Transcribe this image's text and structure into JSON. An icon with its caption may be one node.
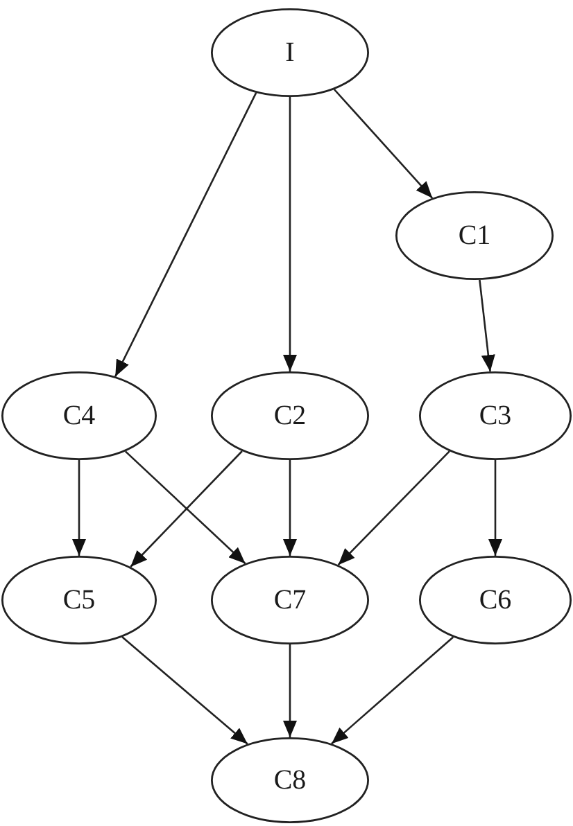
{
  "diagram": {
    "nodes": [
      {
        "text": [
          "I"
        ]
      },
      {
        "text": [
          "C1"
        ]
      },
      {
        "text": [
          "C4"
        ]
      },
      {
        "text": [
          "C2"
        ]
      },
      {
        "text": [
          "C3"
        ]
      },
      {
        "text": [
          "C5"
        ]
      },
      {
        "text": [
          "C7"
        ]
      },
      {
        "text": [
          "C6"
        ]
      },
      {
        "text": [
          "C8"
        ]
      }
    ],
    "edges": [
      {
        "from": 0,
        "to": 2,
        "arrow": "to"
      },
      {
        "from": 0,
        "to": 3,
        "arrow": "to"
      },
      {
        "from": 0,
        "to": 1,
        "arrow": "to"
      },
      {
        "from": 1,
        "to": 4,
        "arrow": "to"
      },
      {
        "from": 2,
        "to": 5,
        "arrow": "to"
      },
      {
        "from": 2,
        "to": 6,
        "arrow": "to"
      },
      {
        "from": 3,
        "to": 5,
        "arrow": "to"
      },
      {
        "from": 3,
        "to": 6,
        "arrow": "to"
      },
      {
        "from": 4,
        "to": 6,
        "arrow": "to"
      },
      {
        "from": 4,
        "to": 7,
        "arrow": "to"
      },
      {
        "from": 5,
        "to": 8,
        "arrow": "to"
      },
      {
        "from": 6,
        "to": 8,
        "arrow": "to"
      },
      {
        "from": 7,
        "to": 8,
        "arrow": "to"
      }
    ]
  }
}
